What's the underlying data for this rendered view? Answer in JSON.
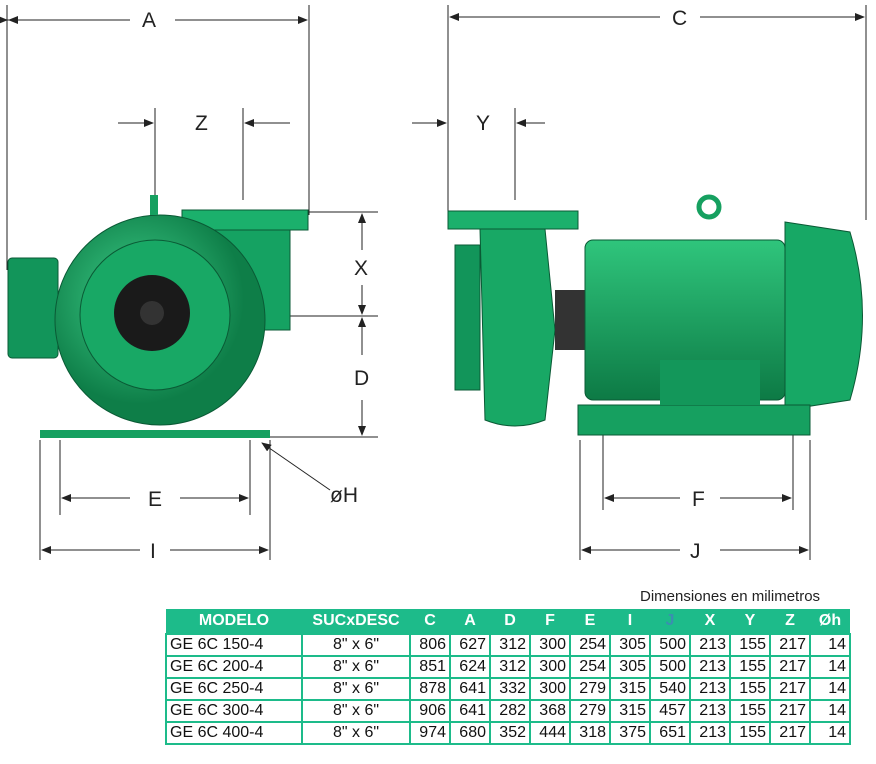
{
  "dimension_labels": {
    "A": "A",
    "Z": "Z",
    "X": "X",
    "D": "D",
    "E": "E",
    "I": "I",
    "H": "øH",
    "C": "C",
    "Y": "Y",
    "F": "F",
    "J": "J"
  },
  "note": "Dimensiones en milimetros",
  "table": {
    "headers": [
      "MODELO",
      "SUCxDESC",
      "C",
      "A",
      "D",
      "F",
      "E",
      "I",
      "J",
      "X",
      "Y",
      "Z",
      "Øh"
    ],
    "rows": [
      [
        "GE 6C 150-4",
        "8\" x 6\"",
        "806",
        "627",
        "312",
        "300",
        "254",
        "305",
        "500",
        "213",
        "155",
        "217",
        "14"
      ],
      [
        "GE 6C 200-4",
        "8\" x 6\"",
        "851",
        "624",
        "312",
        "300",
        "254",
        "305",
        "500",
        "213",
        "155",
        "217",
        "14"
      ],
      [
        "GE 6C 250-4",
        "8\" x 6\"",
        "878",
        "641",
        "332",
        "300",
        "279",
        "315",
        "540",
        "213",
        "155",
        "217",
        "14"
      ],
      [
        "GE 6C 300-4",
        "8\" x 6\"",
        "906",
        "641",
        "282",
        "368",
        "279",
        "315",
        "457",
        "213",
        "155",
        "217",
        "14"
      ],
      [
        "GE 6C 400-4",
        "8\" x 6\"",
        "974",
        "680",
        "352",
        "444",
        "318",
        "375",
        "651",
        "213",
        "155",
        "217",
        "14"
      ]
    ]
  },
  "colors": {
    "pump_green": "#17a865",
    "table_header": "#1dbb8a",
    "j_header": "#3a8fb0"
  }
}
